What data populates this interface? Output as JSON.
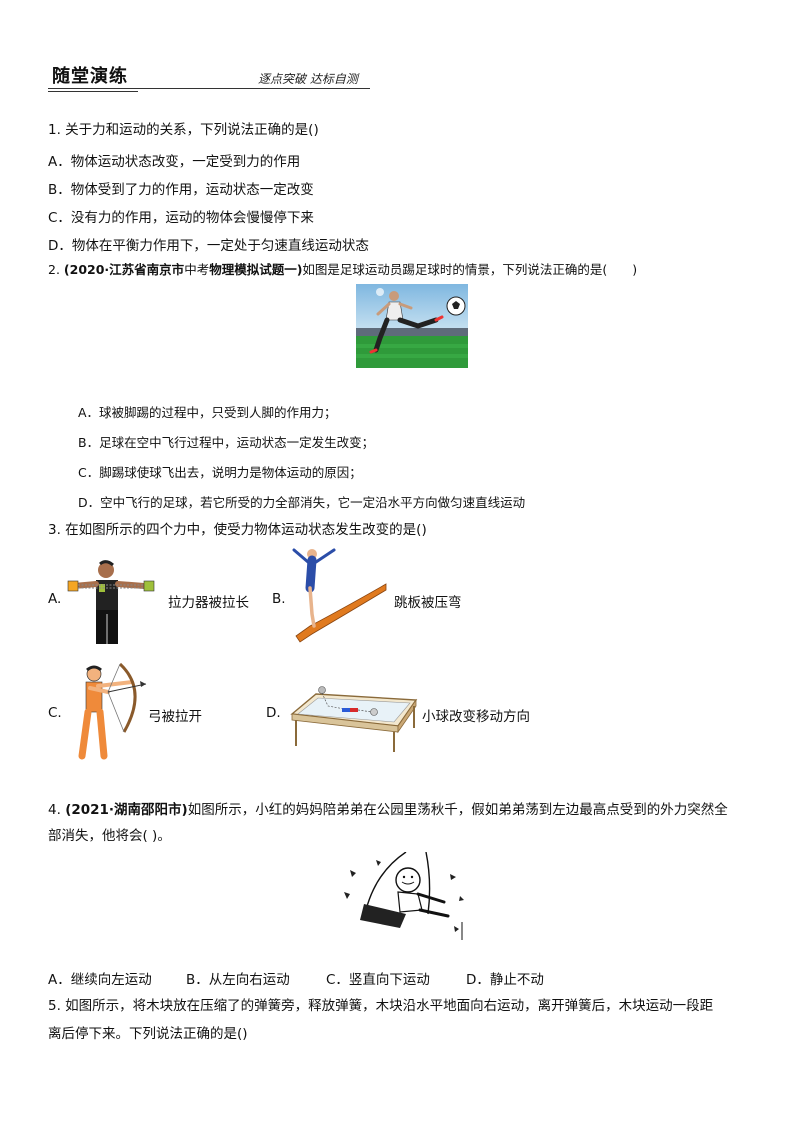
{
  "header": {
    "title": "随堂演练",
    "subtitle": "逐点突破  达标自测"
  },
  "q1": {
    "stem": "1. 关于力和运动的关系，下列说法正确的是()",
    "options": [
      "A．物体运动状态改变，一定受到力的作用",
      "B．物体受到了力的作用，运动状态一定改变",
      "C．没有力的作用，运动的物体会慢慢停下来",
      "D．物体在平衡力作用下，一定处于匀速直线运动状态"
    ]
  },
  "q2": {
    "number": "2.",
    "source_bold_1": "(2020·江苏省南京市",
    "source_plain": "中考",
    "source_bold_2": "物理模拟试题一)",
    "stem": "如图是足球运动员踢足球时的情景，下列说法正确的是(　　)",
    "options": [
      "A．球被脚踢的过程中，只受到人脚的作用力；",
      "B．足球在空中飞行过程中，运动状态一定发生改变；",
      "C．脚踢球使球飞出去，说明力是物体运动的原因；",
      "D．空中飞行的足球，若它所受的力全部消失，它一定沿水平方向做匀速直线运动"
    ]
  },
  "q3": {
    "stem": "3. 在如图所示的四个力中，使受力物体运动状态发生改变的是()",
    "options": [
      {
        "letter": "A.",
        "caption": "拉力器被拉长"
      },
      {
        "letter": "B.",
        "caption": "跳板被压弯"
      },
      {
        "letter": "C.",
        "caption": "弓被拉开"
      },
      {
        "letter": "D.",
        "caption": "小球改变移动方向"
      }
    ]
  },
  "q4": {
    "number": "4.",
    "source": "(2021·湖南邵阳市)",
    "stem_line1": "如图所示，小红的妈妈陪弟弟在公园里荡秋千，假如弟弟荡到左边最高点受到的外力突然全",
    "stem_line2": "部消失，他将会(   )。",
    "options": [
      "A．继续向左运动",
      "B．从左向右运动",
      "C．竖直向下运动",
      "D．静止不动"
    ]
  },
  "q5": {
    "stem_line1": "5. 如图所示，将木块放在压缩了的弹簧旁，释放弹簧，木块沿水平地面向右运动，离开弹簧后，木块运动一段距",
    "stem_line2": "离后停下来。下列说法正确的是()"
  }
}
